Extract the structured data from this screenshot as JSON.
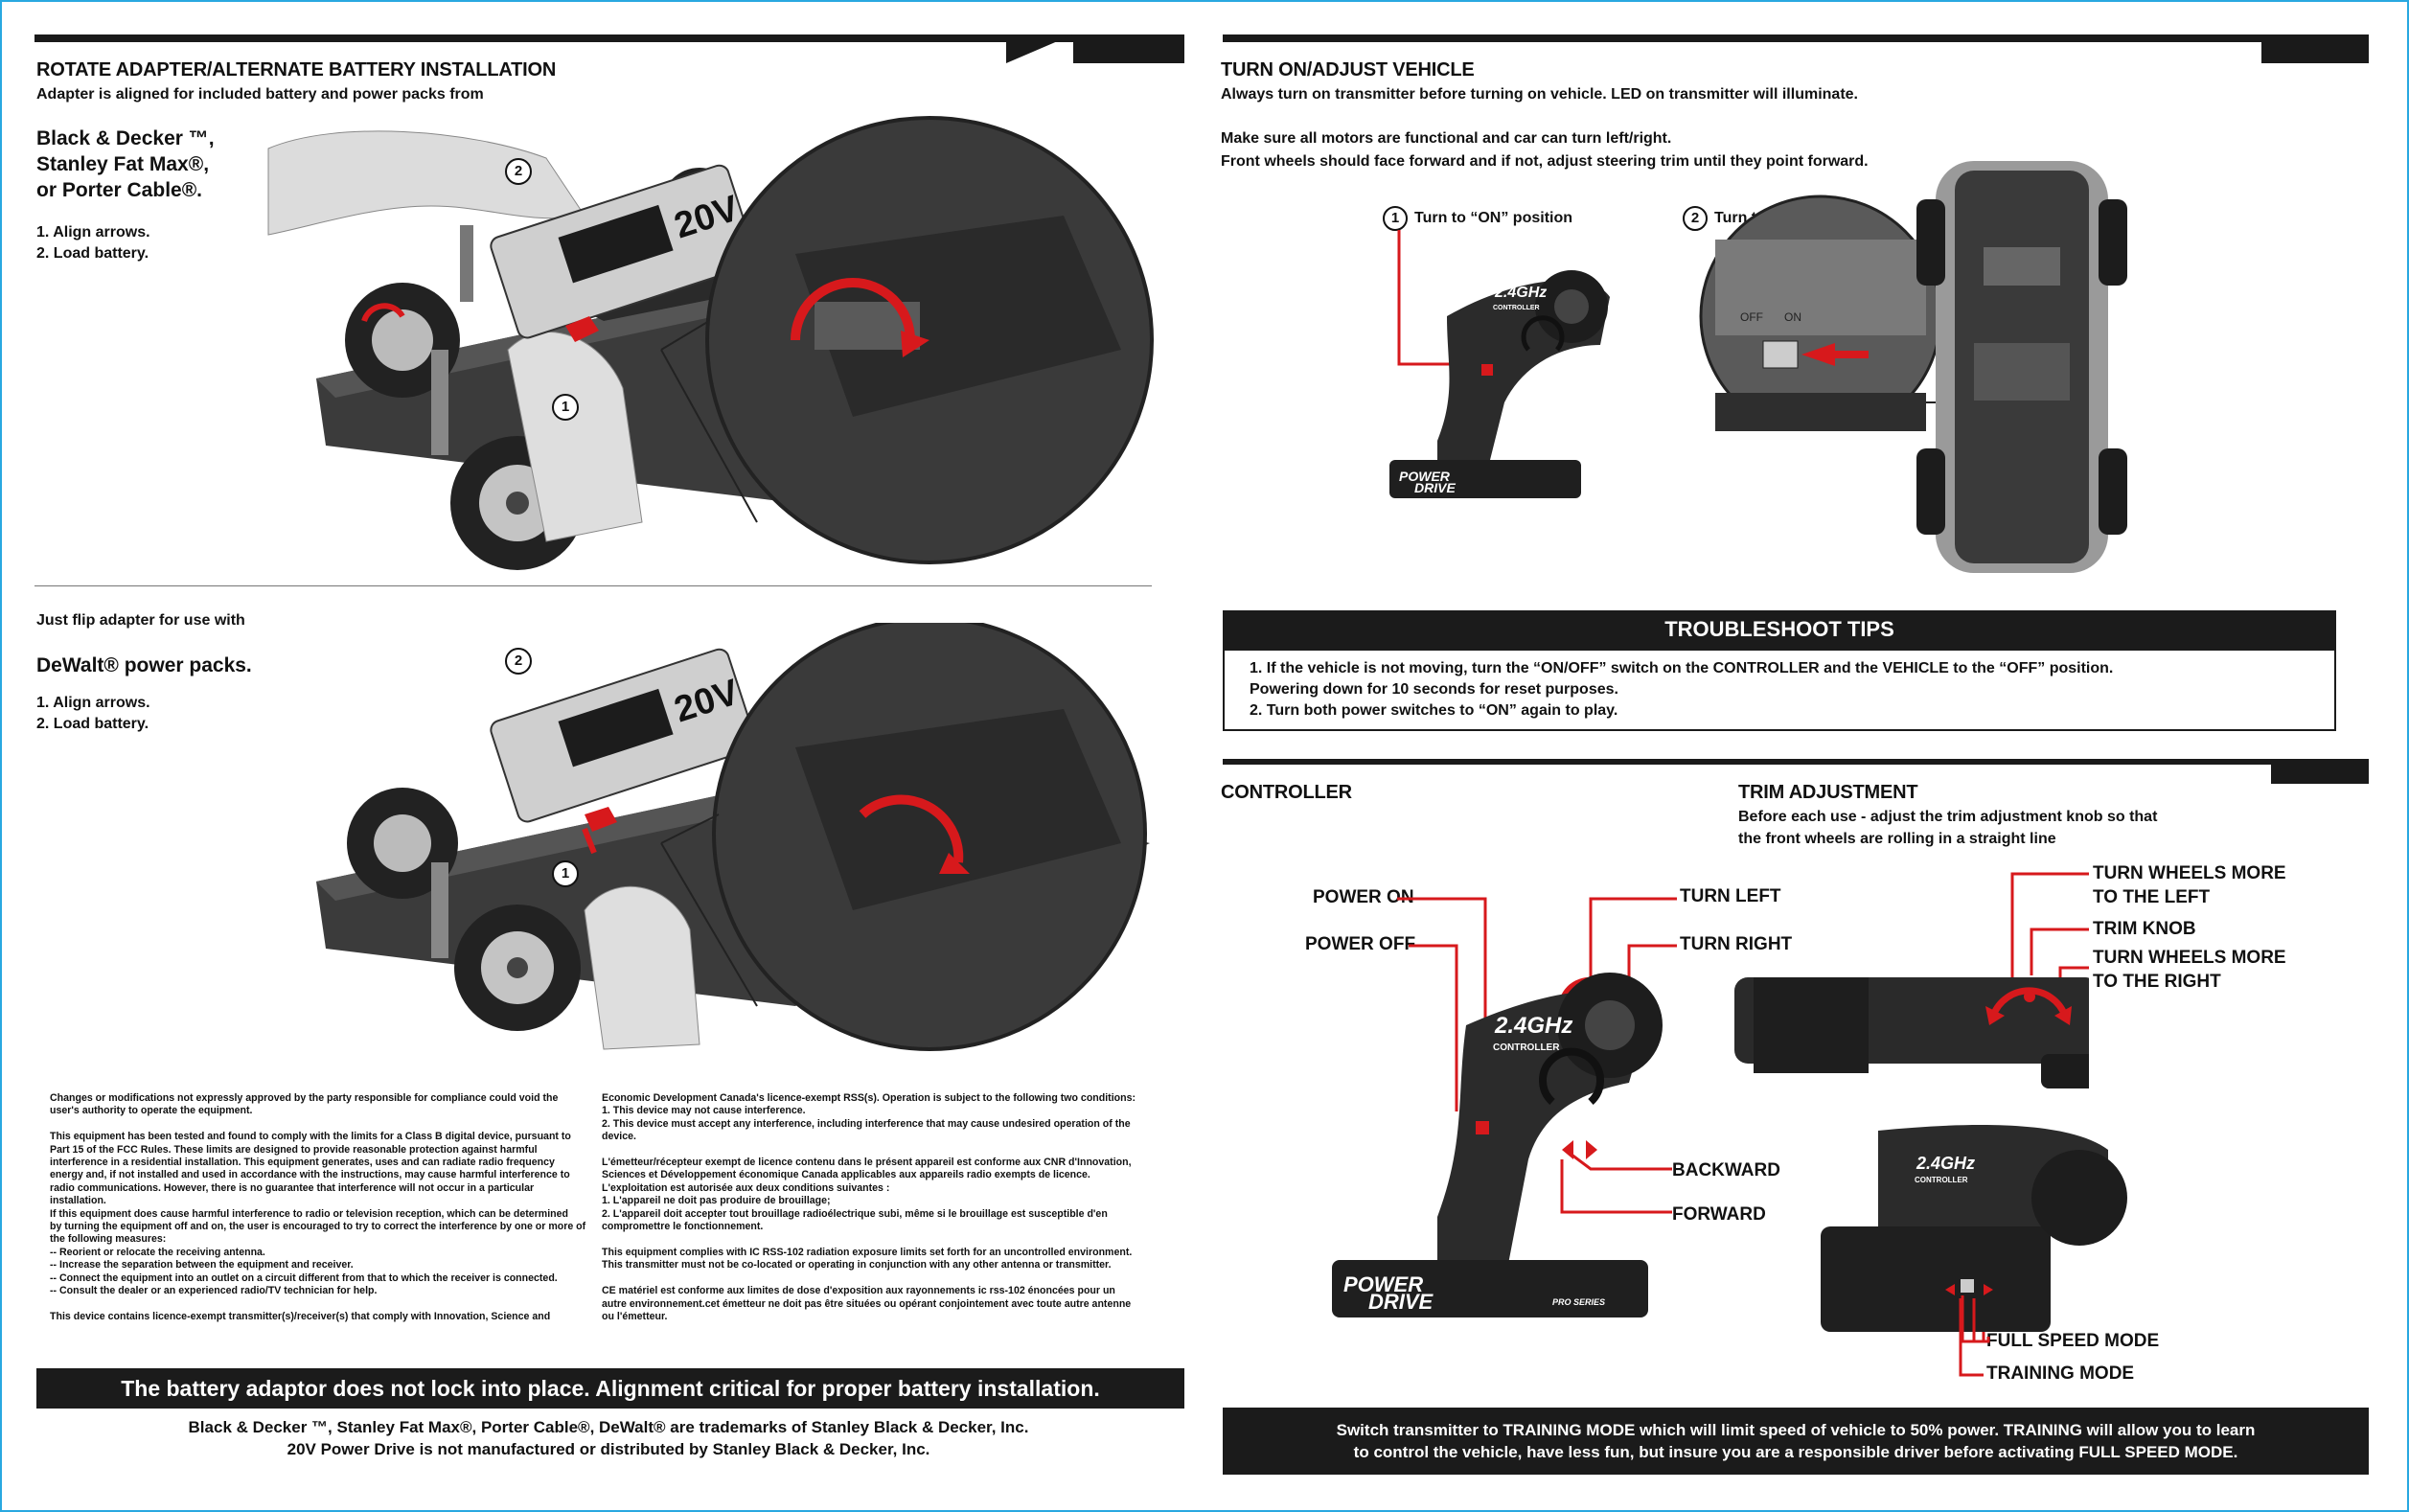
{
  "left": {
    "title": "ROTATE ADAPTER/ALTERNATE BATTERY INSTALLATION",
    "subtitle": "Adapter is aligned for included battery and power packs from",
    "brands": [
      "Black & Decker ™,",
      "Stanley Fat Max®,",
      "or Porter Cable®."
    ],
    "steps1": [
      "1. Align arrows.",
      "2. Load battery."
    ],
    "flip_text": "Just flip adapter for use with",
    "dewalt": "DeWalt® power packs.",
    "steps2": [
      "1. Align arrows.",
      "2. Load battery."
    ],
    "step_badges": [
      "1",
      "2"
    ],
    "battery_label": "20V",
    "legal_left": "Changes or modifications not expressly approved by the party responsible for compliance could void the\nuser's authority to operate the equipment.\n\nThis equipment has been tested and found to comply with the limits for a Class B digital device, pursuant to\nPart 15 of the FCC Rules. These limits are designed to provide reasonable protection against harmful\ninterference in a residential installation. This equipment generates, uses and can radiate radio frequency\nenergy and, if not installed and used in accordance with the instructions, may cause harmful interference to\nradio communications. However, there is no guarantee that interference will not occur in a particular\ninstallation.\nIf this equipment does cause harmful interference to radio or television reception, which can be determined\nby turning the equipment off and on, the user is encouraged to try to correct the interference by one or more of\nthe following measures:\n-- Reorient or relocate the receiving antenna.\n-- Increase the separation between the equipment and receiver.\n-- Connect the equipment into an outlet on a circuit different from that to which the receiver is connected.\n-- Consult the dealer or an experienced radio/TV technician for help.\n\nThis device contains licence-exempt transmitter(s)/receiver(s) that comply with Innovation, Science and",
    "legal_right": "Economic Development Canada's licence-exempt RSS(s). Operation is subject to the following two conditions:\n1. This device may not cause interference.\n2. This device must accept any interference, including interference that may cause undesired operation of the\ndevice.\n\nL'émetteur/récepteur exempt de licence contenu dans le présent appareil est conforme aux CNR d'Innovation,\nSciences et Développement économique Canada applicables aux appareils radio exempts de licence.\nL'exploitation est autorisée aux deux conditions suivantes :\n1. L'appareil ne doit pas produire de brouillage;\n2. L'appareil doit accepter tout brouillage radioélectrique subi, même si le brouillage est susceptible d'en\ncompromettre le fonctionnement.\n\nThis equipment complies with IC RSS-102 radiation exposure limits set forth for an uncontrolled environment.\nThis transmitter must not be co-located or operating in conjunction with any other antenna or transmitter.\n\nCE matériel est conforme aux limites de dose d'exposition aux rayonnements ic rss-102 énoncées pour un\nautre environnement.cet émetteur ne doit pas être situées ou opérant conjointement avec toute autre antenne\nou l'émetteur.",
    "warning_band": "The battery adaptor does not lock into place.  Alignment critical for proper battery installation.",
    "trademark1": "Black & Decker ™, Stanley Fat Max®, Porter Cable®, DeWalt® are trademarks of Stanley Black & Decker, Inc.",
    "trademark2": "20V Power Drive is not manufactured or distributed by Stanley Black & Decker, Inc."
  },
  "right": {
    "title": "TURN ON/ADJUST VEHICLE",
    "line1": "Always turn on transmitter before turning on vehicle. LED on transmitter will illuminate.",
    "line2": "Make sure all motors are functional and car can turn left/right.",
    "line3": "Front wheels should face forward and if not, adjust steering trim until they point forward.",
    "step1_num": "1",
    "step1": "Turn to “ON” position",
    "step2_num": "2",
    "step2": "Turn to “ON” position",
    "switch_off": "OFF",
    "switch_on": "ON",
    "controller_badge": "2.4GHz",
    "controller_sub": "CONTROLLER",
    "brand_line1": "POWER",
    "brand_line2": "DRIVE",
    "pro_series": "PRO SERIES",
    "tips_title": "TROUBLESHOOT TIPS",
    "tips": [
      "1. If the vehicle is not moving, turn the “ON/OFF” switch on the CONTROLLER and the VEHICLE to the “OFF” position.",
      "     Powering down for 10 seconds for reset purposes.",
      "2. Turn both power switches to “ON” again to play."
    ],
    "controller_title": "CONTROLLER",
    "trim_title": "TRIM ADJUSTMENT",
    "trim_line1": "Before each use - adjust the trim adjustment knob so that",
    "trim_line2": "the front wheels are rolling in a straight line",
    "labels": {
      "power_on": "POWER ON",
      "power_off": "POWER OFF",
      "turn_left": "TURN LEFT",
      "turn_right": "TURN RIGHT",
      "backward": "BACKWARD",
      "forward": "FORWARD",
      "wheels_left_1": "TURN WHEELS MORE",
      "wheels_left_2": "TO THE LEFT",
      "trim_knob": "TRIM KNOB",
      "wheels_right_1": "TURN WHEELS MORE",
      "wheels_right_2": "TO THE RIGHT",
      "full_speed": "FULL SPEED MODE",
      "training": "TRAINING  MODE"
    },
    "bottom_band1": "Switch transmitter to TRAINING MODE which will limit speed of vehicle to 50% power. TRAINING will allow you to learn",
    "bottom_band2": "to control the vehicle, have less fun, but insure you are a responsible driver before activating FULL SPEED MODE."
  },
  "colors": {
    "accent_red": "#d7191c",
    "frame_blue": "#29a8e0",
    "band": "#1b1b1b"
  }
}
